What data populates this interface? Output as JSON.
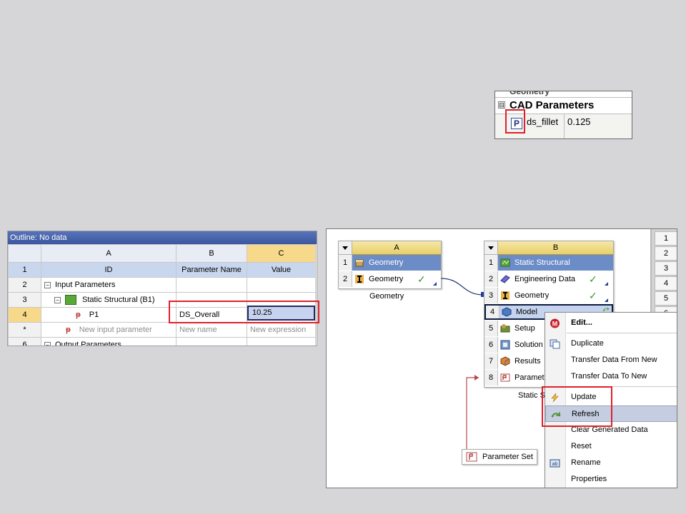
{
  "cad": {
    "header": "CAD Parameters",
    "expander": "⊟",
    "param_badge": "P",
    "param_name": "ds_fillet",
    "param_value": "0.125"
  },
  "outline": {
    "title": "Outline: No data",
    "columns": [
      "A",
      "B",
      "C"
    ],
    "header_row": {
      "num": "1",
      "id": "ID",
      "name": "Parameter Name",
      "value": "Value"
    },
    "rows": [
      {
        "num": "2",
        "id": "Input Parameters",
        "name": "",
        "value": ""
      },
      {
        "num": "3",
        "id": "Static Structural (B1)",
        "name": "",
        "value": ""
      },
      {
        "num": "4",
        "id": "P1",
        "name": "DS_Overall",
        "value": "10.25"
      },
      {
        "num": "*",
        "id": "New input parameter",
        "name": "New name",
        "value": "New expression"
      },
      {
        "num": "6",
        "id": "Output Parameters",
        "name": "",
        "value": ""
      }
    ]
  },
  "schematic": {
    "system_a": {
      "col": "A",
      "cells": [
        {
          "num": "1",
          "label": "Geometry"
        },
        {
          "num": "2",
          "label": "Geometry"
        }
      ],
      "caption": "Geometry"
    },
    "system_b": {
      "col": "B",
      "cells": [
        {
          "num": "1",
          "label": "Static Structural"
        },
        {
          "num": "2",
          "label": "Engineering Data"
        },
        {
          "num": "3",
          "label": "Geometry"
        },
        {
          "num": "4",
          "label": "Model"
        },
        {
          "num": "5",
          "label": "Setup"
        },
        {
          "num": "6",
          "label": "Solution"
        },
        {
          "num": "7",
          "label": "Results"
        },
        {
          "num": "8",
          "label": "Parameters"
        }
      ],
      "caption": "Static Structural"
    },
    "context_menu": {
      "items": [
        "Edit...",
        "Duplicate",
        "Transfer Data From New",
        "Transfer Data To New",
        "Update",
        "Refresh",
        "Clear Generated Data",
        "Reset",
        "Rename",
        "Properties"
      ]
    },
    "parameter_set": "Parameter Set",
    "right_rows": [
      "1",
      "2",
      "3",
      "4",
      "5",
      "6"
    ]
  },
  "colors": {
    "highlight_red": "#e0202a",
    "title_blue": "#3a57a0",
    "header_gold": "#f7d98b",
    "check_green": "#3c9a2e"
  }
}
